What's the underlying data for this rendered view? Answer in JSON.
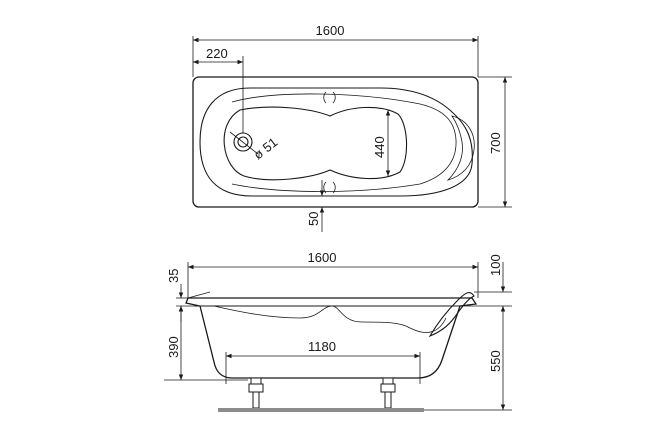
{
  "top_view": {
    "length_dim": "1600",
    "width_dim": "700",
    "drain_offset_dim": "220",
    "drain_diameter_dim": "ø 51",
    "inner_width_dim": "440",
    "rim_edge_dim": "50"
  },
  "side_view": {
    "length_dim": "1600",
    "rim_height_dim": "35",
    "depth_dim": "390",
    "leg_spacing_dim": "1180",
    "headrest_dim": "100",
    "total_height_dim": "550"
  }
}
